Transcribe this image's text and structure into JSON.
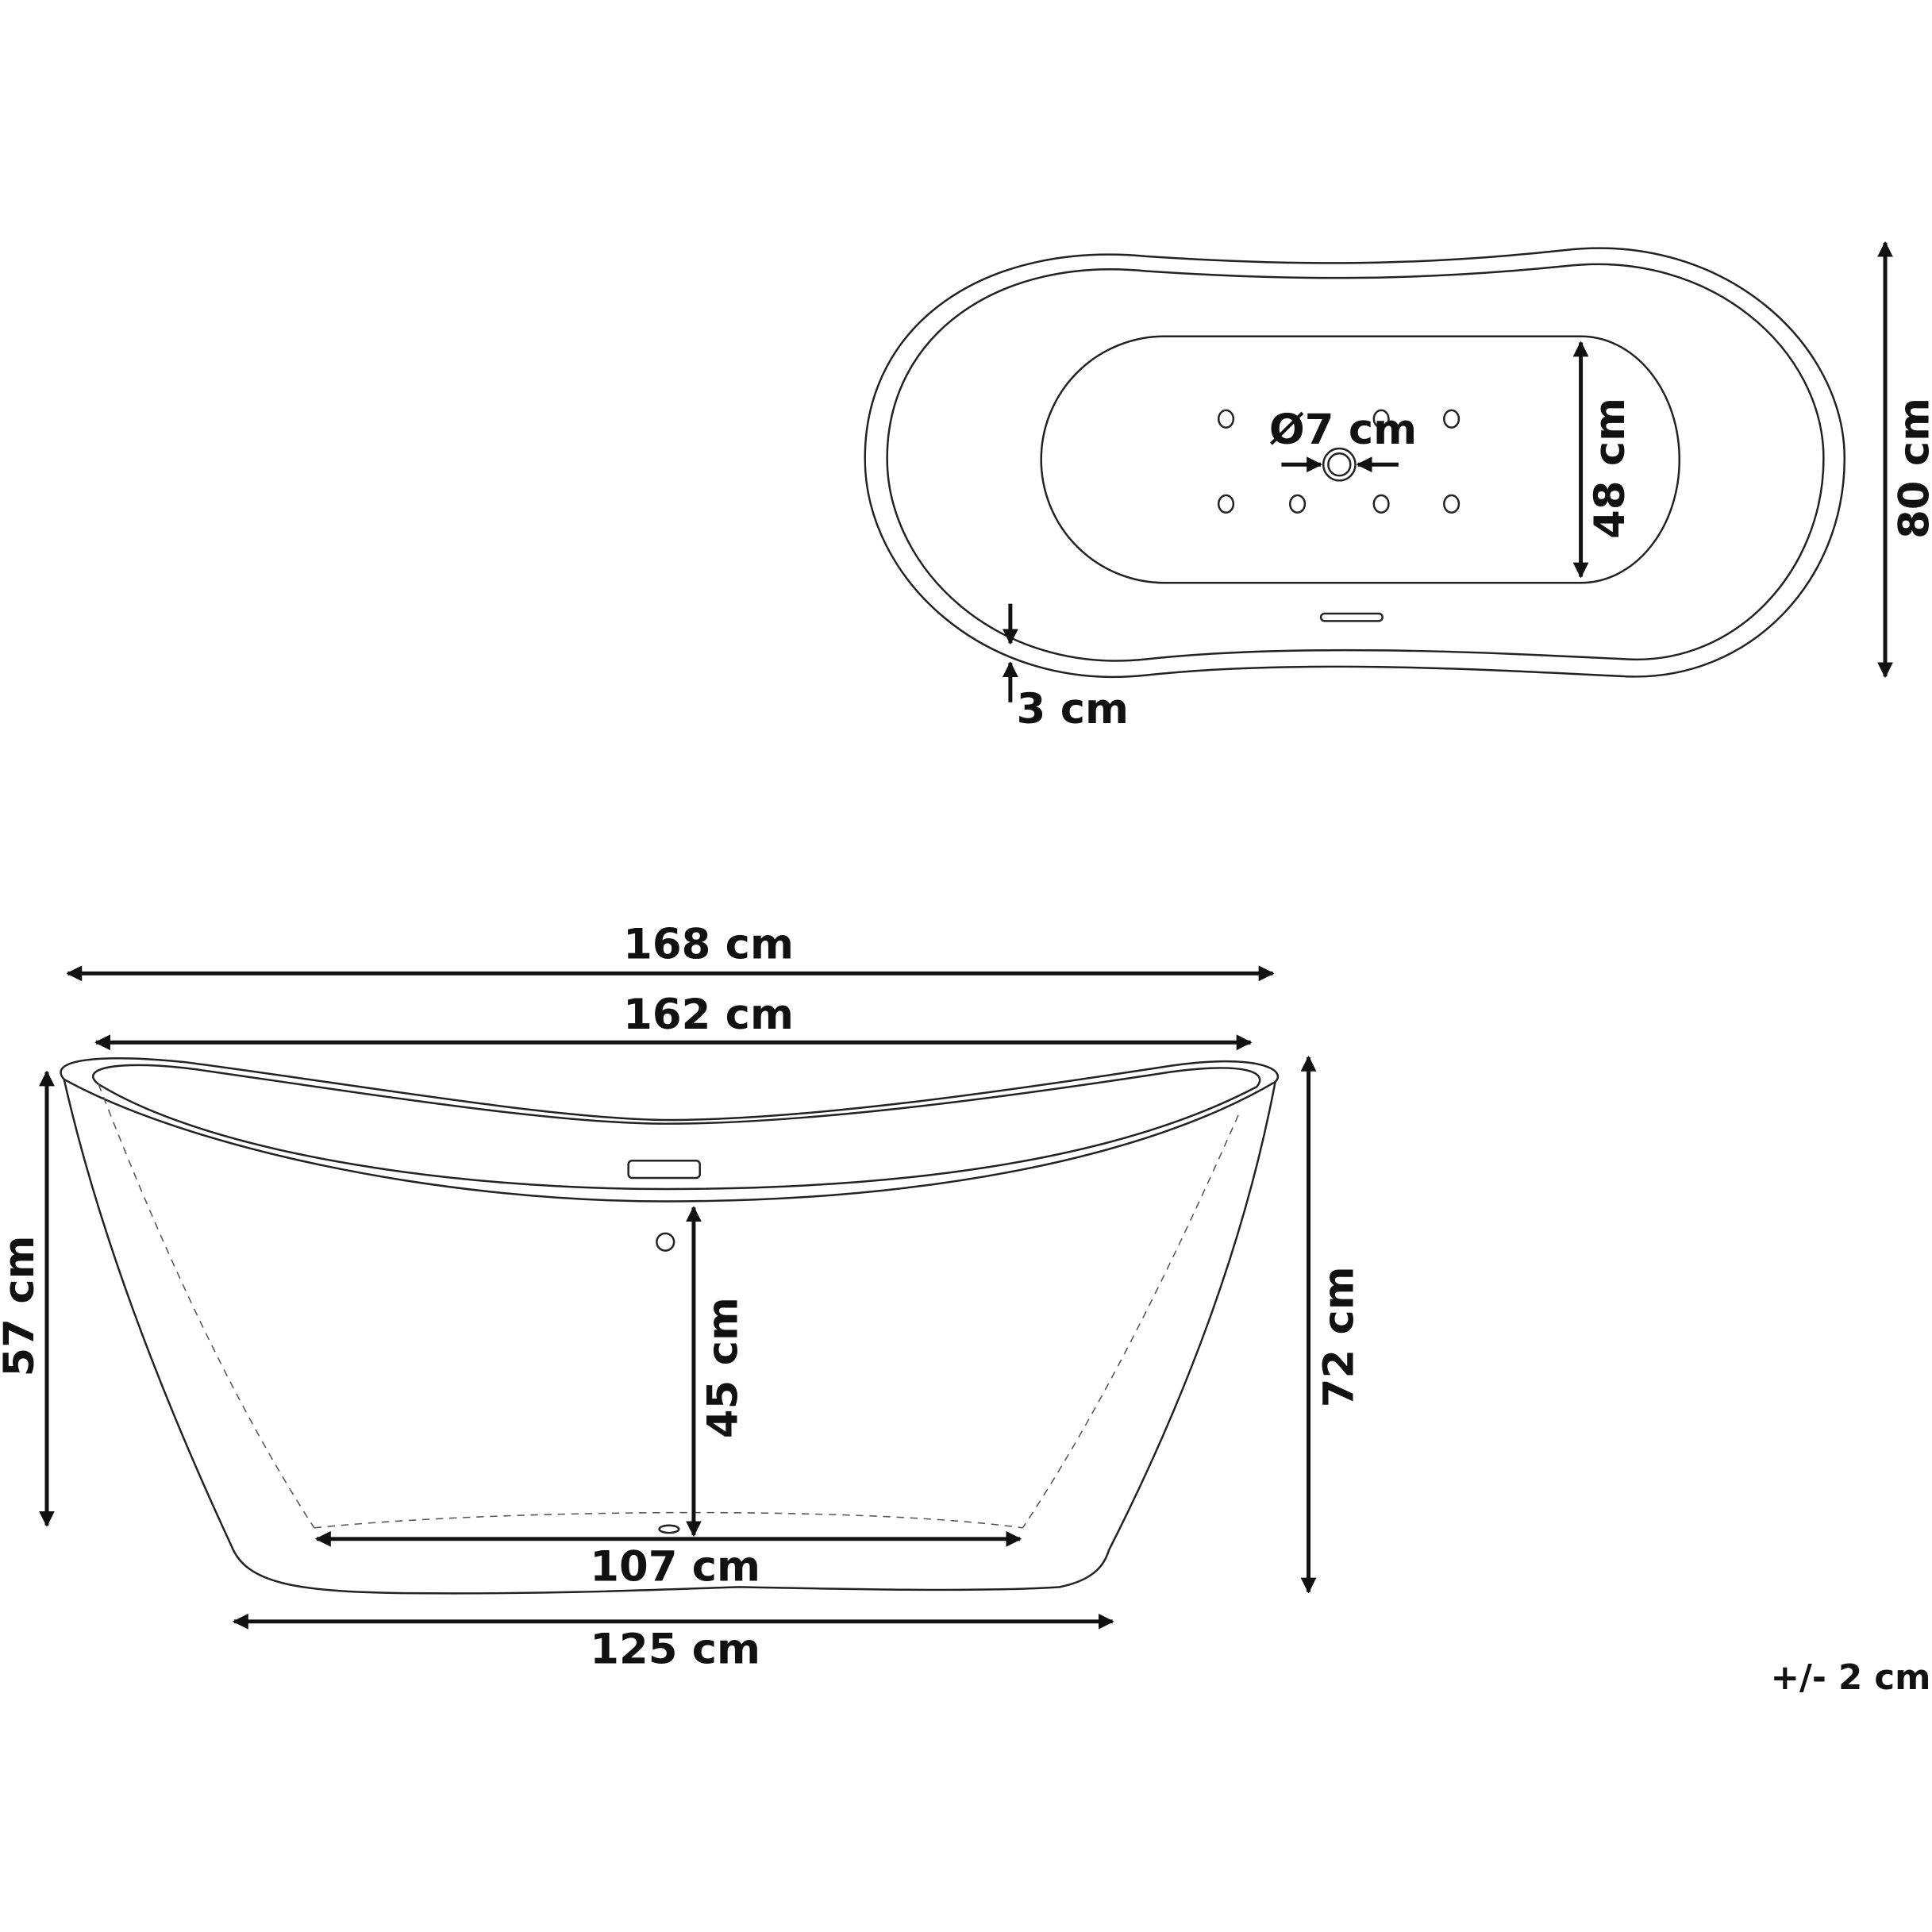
{
  "top_view": {
    "width_label": "80 cm",
    "inner_width_label": "48 cm",
    "drain_label": "Ø7 cm",
    "rim_label": "3 cm"
  },
  "side_view": {
    "total_length_label": "168 cm",
    "rim_length_label": "162 cm",
    "inner_depth_label": "45 cm",
    "side_height_label": "57 cm",
    "total_height_label": "72 cm",
    "bottom_inner_label": "107 cm",
    "base_length_label": "125 cm"
  },
  "tolerance_label": "+/- 2 cm"
}
